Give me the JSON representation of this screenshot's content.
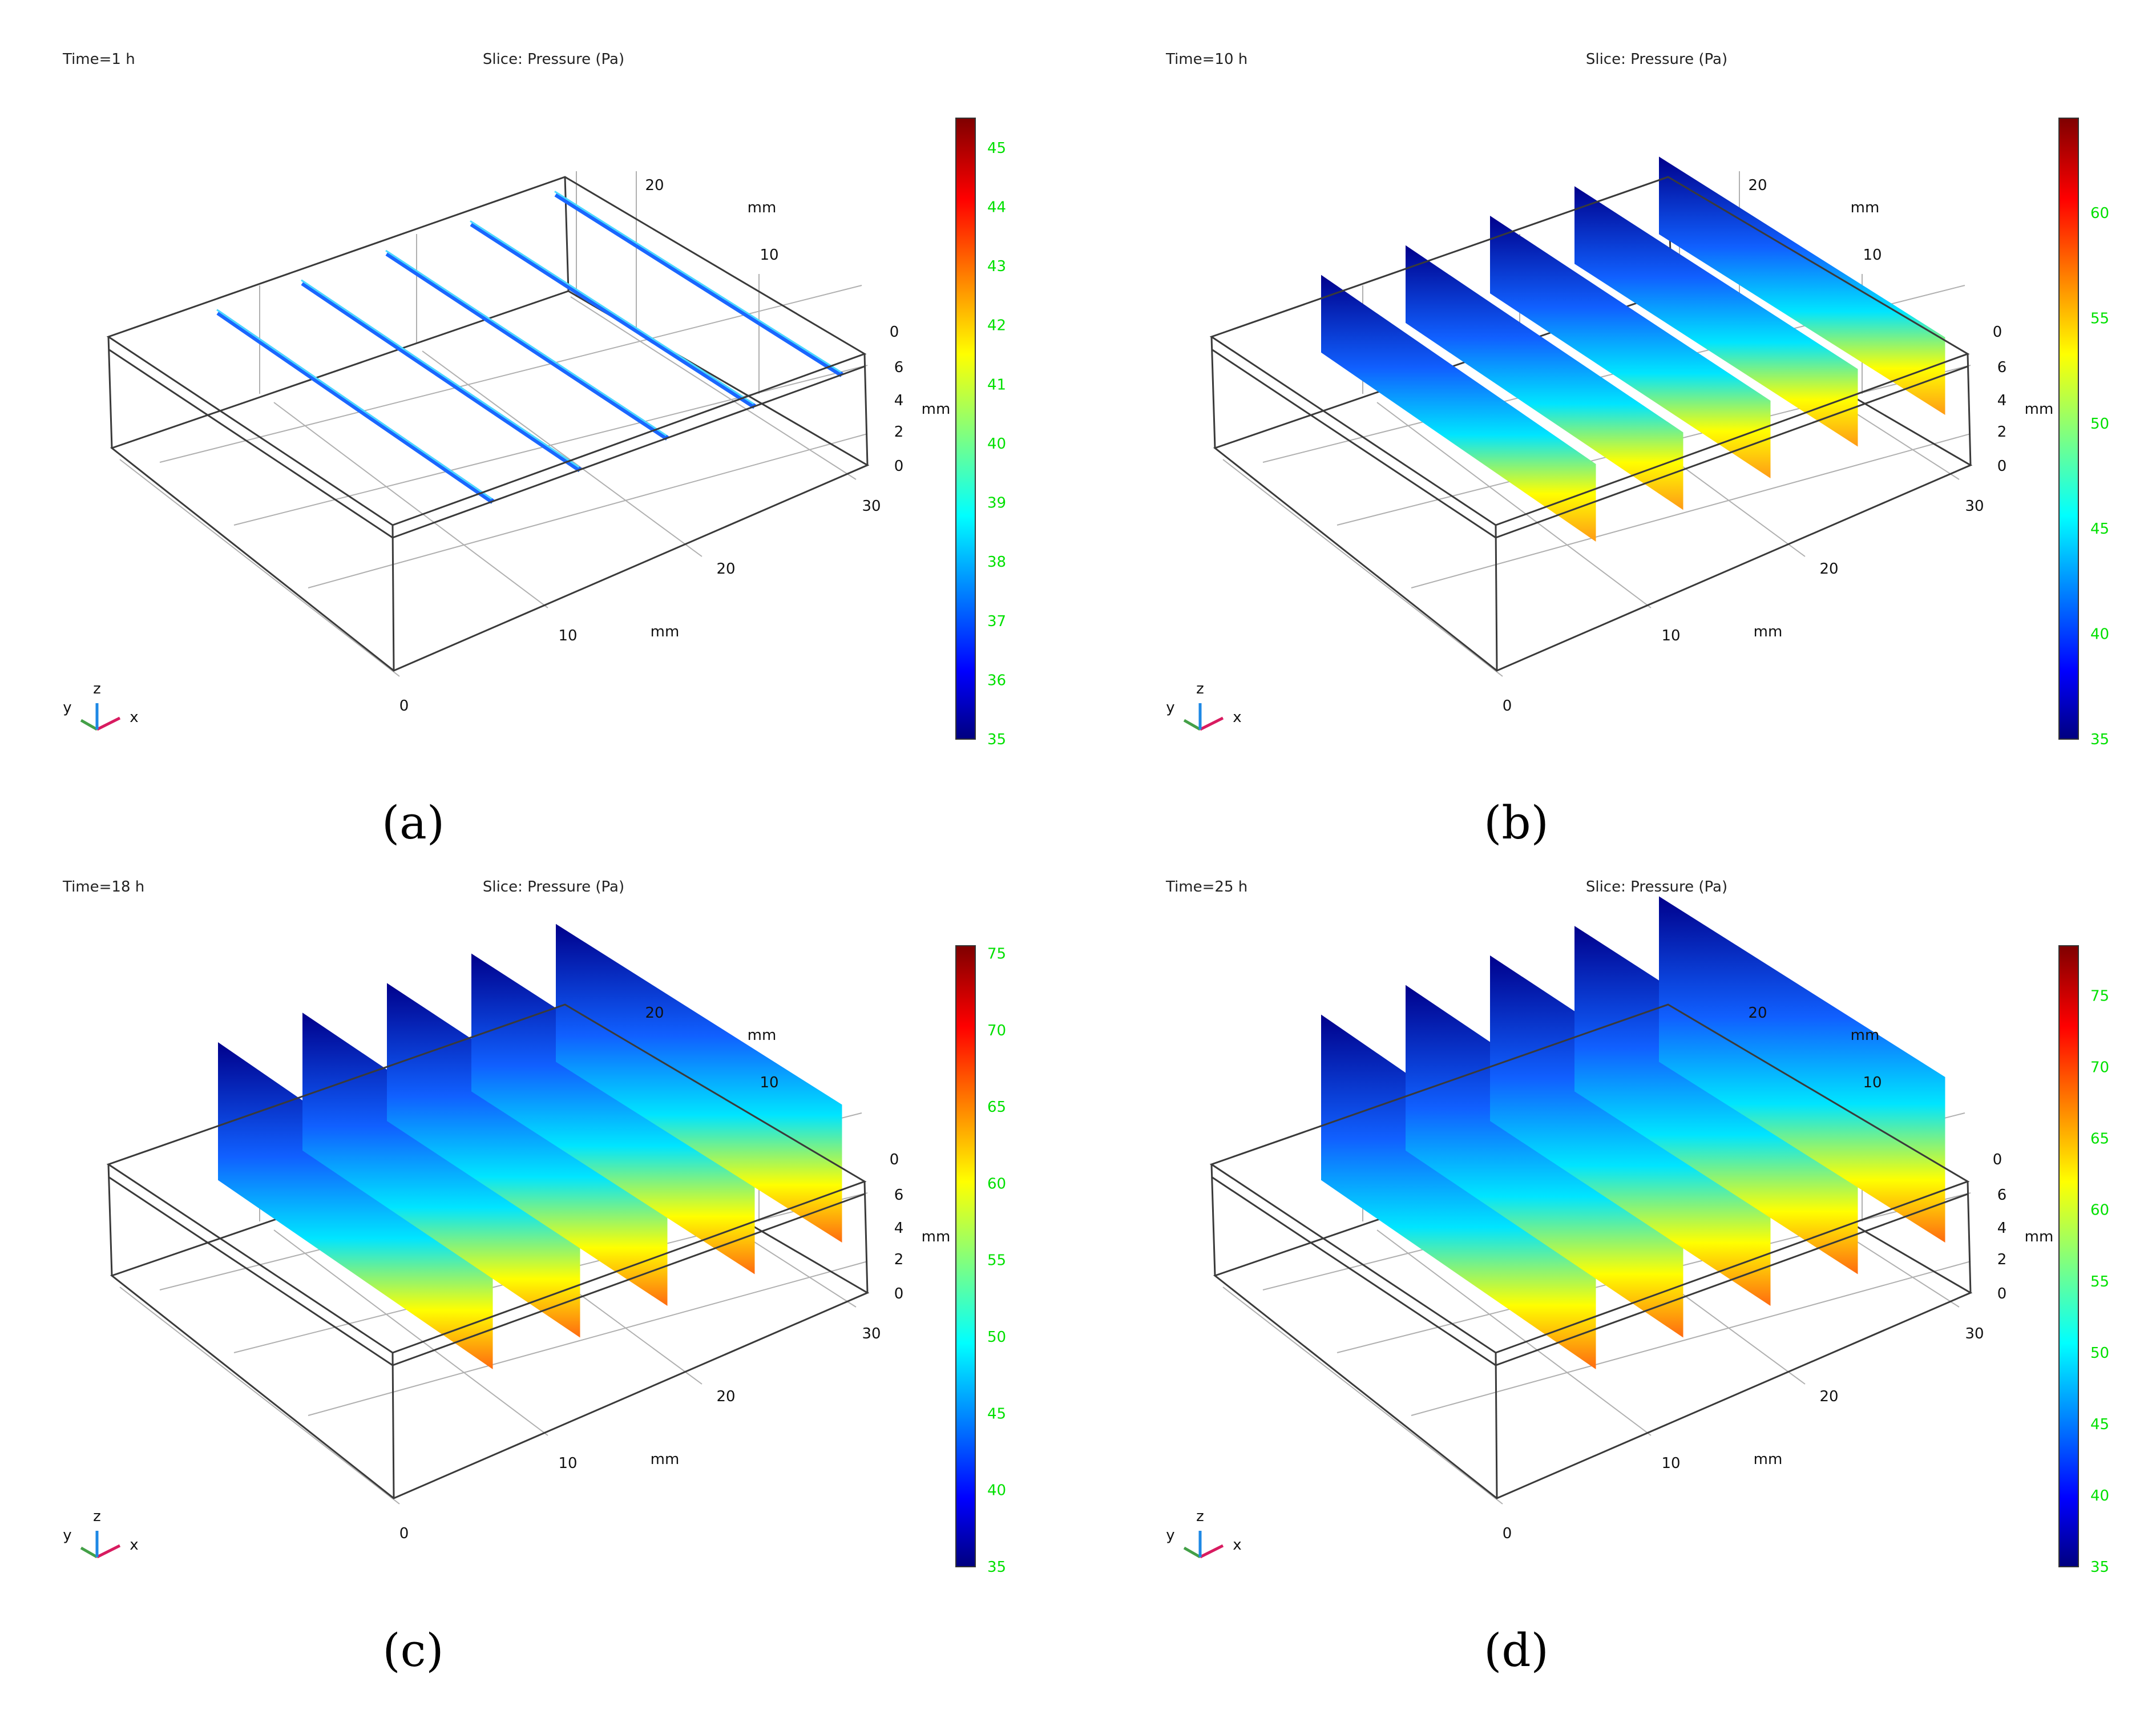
{
  "panels": [
    {
      "id": "a",
      "time_label": "Time=1 h",
      "plot_title": "Slice: Pressure (Pa)",
      "caption": "(a)",
      "colorbar": {
        "min": 35,
        "max": 45.5,
        "ticks": [
          "45",
          "44",
          "43",
          "42",
          "41",
          "40",
          "39",
          "38",
          "37",
          "36",
          "35"
        ]
      },
      "slice_stage": 0,
      "slice_bottom_color": "#ff8a1e"
    },
    {
      "id": "b",
      "time_label": "Time=10 h",
      "plot_title": "Slice: Pressure (Pa)",
      "caption": "(b)",
      "colorbar": {
        "min": 35,
        "max": 64.5,
        "ticks": [
          "60",
          "55",
          "50",
          "45",
          "40",
          "35"
        ]
      },
      "slice_stage": 1,
      "slice_bottom_color": "#ff9a16"
    },
    {
      "id": "c",
      "time_label": "Time=18 h",
      "plot_title": "Slice: Pressure (Pa)",
      "caption": "(c)",
      "colorbar": {
        "min": 35,
        "max": 75.5,
        "ticks": [
          "75",
          "70",
          "65",
          "60",
          "55",
          "50",
          "45",
          "40",
          "35"
        ]
      },
      "slice_stage": 2,
      "slice_bottom_color": "#ff6a10"
    },
    {
      "id": "d",
      "time_label": "Time=25 h",
      "plot_title": "Slice: Pressure (Pa)",
      "caption": "(d)",
      "colorbar": {
        "min": 35,
        "max": 78.5,
        "ticks": [
          "75",
          "70",
          "65",
          "60",
          "55",
          "50",
          "45",
          "40",
          "35"
        ]
      },
      "slice_stage": 3,
      "slice_bottom_color": "#ff6a10"
    }
  ],
  "axes": {
    "y_ticks": [
      "20",
      "10",
      "0"
    ],
    "y_unit": "mm",
    "z_ticks": [
      "6",
      "4",
      "2",
      "0"
    ],
    "z_unit": "mm",
    "x_ticks": [
      "30",
      "20",
      "10",
      "0"
    ],
    "x_unit": "mm"
  },
  "triad": {
    "x": "x",
    "y": "y",
    "z": "z"
  },
  "colors": {
    "tick_label_green": "#00e000",
    "box_edge": "#3a3a3a",
    "grid_line": "#b0b0b0",
    "triad_x": "#d81b60",
    "triad_y": "#43a047",
    "triad_z": "#1e88e5"
  }
}
